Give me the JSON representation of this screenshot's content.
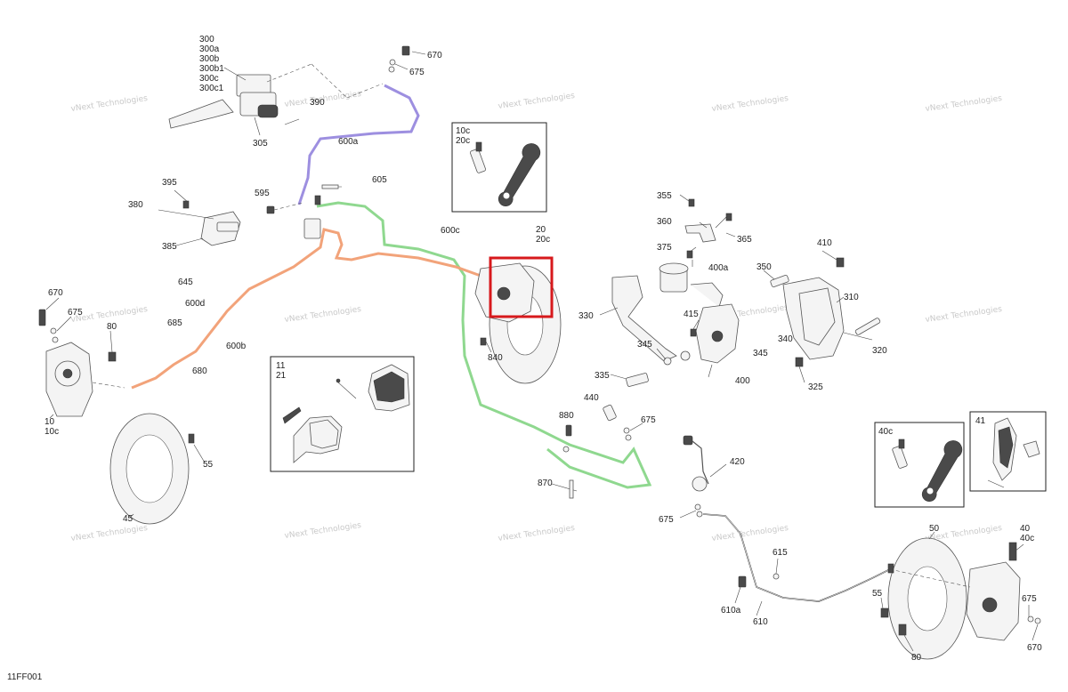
{
  "diagram": {
    "code": "11FF001",
    "watermark": "vNext Technologies",
    "colors": {
      "line_purple": "#9d8fe0",
      "line_green": "#8fd88f",
      "line_orange": "#f2a37a",
      "highlight": "#d7191c"
    },
    "callouts": [
      {
        "id": "c300",
        "text": "300"
      },
      {
        "id": "c300a",
        "text": "300a"
      },
      {
        "id": "c300b",
        "text": "300b"
      },
      {
        "id": "c300b1",
        "text": "300b1"
      },
      {
        "id": "c300c",
        "text": "300c"
      },
      {
        "id": "c300c1",
        "text": "300c1"
      },
      {
        "id": "c305",
        "text": "305"
      },
      {
        "id": "c390",
        "text": "390"
      },
      {
        "id": "c600a",
        "text": "600a"
      },
      {
        "id": "c670a",
        "text": "670"
      },
      {
        "id": "c675a",
        "text": "675"
      },
      {
        "id": "c10c_box",
        "text": "10c"
      },
      {
        "id": "c20c_box",
        "text": "20c"
      },
      {
        "id": "c395",
        "text": "395"
      },
      {
        "id": "c380",
        "text": "380"
      },
      {
        "id": "c385",
        "text": "385"
      },
      {
        "id": "c595",
        "text": "595"
      },
      {
        "id": "c605",
        "text": "605"
      },
      {
        "id": "c600c",
        "text": "600c"
      },
      {
        "id": "c20",
        "text": "20"
      },
      {
        "id": "c20c",
        "text": "20c"
      },
      {
        "id": "c645",
        "text": "645"
      },
      {
        "id": "c600d",
        "text": "600d"
      },
      {
        "id": "c670b",
        "text": "670"
      },
      {
        "id": "c675b",
        "text": "675"
      },
      {
        "id": "c80a",
        "text": "80"
      },
      {
        "id": "c685",
        "text": "685"
      },
      {
        "id": "c600b",
        "text": "600b"
      },
      {
        "id": "c680",
        "text": "680"
      },
      {
        "id": "c10",
        "text": "10"
      },
      {
        "id": "c10c",
        "text": "10c"
      },
      {
        "id": "c11",
        "text": "11"
      },
      {
        "id": "c21",
        "text": "21"
      },
      {
        "id": "c55a",
        "text": "55"
      },
      {
        "id": "c45",
        "text": "45"
      },
      {
        "id": "c840",
        "text": "840"
      },
      {
        "id": "c880",
        "text": "880"
      },
      {
        "id": "c870",
        "text": "870"
      },
      {
        "id": "c440",
        "text": "440"
      },
      {
        "id": "c675c",
        "text": "675"
      },
      {
        "id": "c355",
        "text": "355"
      },
      {
        "id": "c360",
        "text": "360"
      },
      {
        "id": "c365",
        "text": "365"
      },
      {
        "id": "c375",
        "text": "375"
      },
      {
        "id": "c400a",
        "text": "400a"
      },
      {
        "id": "c350",
        "text": "350"
      },
      {
        "id": "c410",
        "text": "410"
      },
      {
        "id": "c310",
        "text": "310"
      },
      {
        "id": "c330",
        "text": "330"
      },
      {
        "id": "c415",
        "text": "415"
      },
      {
        "id": "c340",
        "text": "340"
      },
      {
        "id": "c345a",
        "text": "345"
      },
      {
        "id": "c345b",
        "text": "345"
      },
      {
        "id": "c320",
        "text": "320"
      },
      {
        "id": "c335",
        "text": "335"
      },
      {
        "id": "c400",
        "text": "400"
      },
      {
        "id": "c325",
        "text": "325"
      },
      {
        "id": "c420",
        "text": "420"
      },
      {
        "id": "c675d",
        "text": "675"
      },
      {
        "id": "c40c_box",
        "text": "40c"
      },
      {
        "id": "c41",
        "text": "41"
      },
      {
        "id": "c50",
        "text": "50"
      },
      {
        "id": "c40",
        "text": "40"
      },
      {
        "id": "c40c",
        "text": "40c"
      },
      {
        "id": "c615",
        "text": "615"
      },
      {
        "id": "c610a",
        "text": "610a"
      },
      {
        "id": "c610",
        "text": "610"
      },
      {
        "id": "c55b",
        "text": "55"
      },
      {
        "id": "c675e",
        "text": "675"
      },
      {
        "id": "c80b",
        "text": "80"
      },
      {
        "id": "c670c",
        "text": "670"
      }
    ]
  }
}
